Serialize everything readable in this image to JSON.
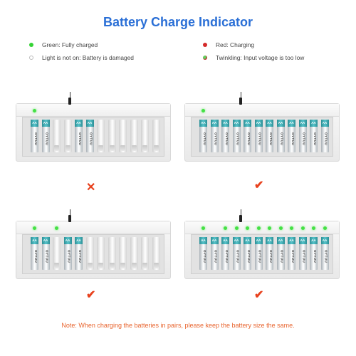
{
  "title": "Battery Charge Indicator",
  "legend": [
    {
      "icon": "green-dot",
      "text": "Green: Fully charged"
    },
    {
      "icon": "empty-dot",
      "text": "Light is not on: Battery is damaged"
    },
    {
      "icon": "red-dot",
      "text": "Red: Charging"
    },
    {
      "icon": "twinkling-dot",
      "text": "Twinkling: Input voltage is too low"
    }
  ],
  "battery_label": "AA",
  "battery_brand": "OYTUU",
  "panels": [
    {
      "result": "incorrect",
      "symbol": "✕"
    },
    {
      "result": "correct",
      "symbol": "✔"
    },
    {
      "result": "correct",
      "symbol": "✔"
    },
    {
      "result": "correct",
      "symbol": "✔"
    }
  ],
  "note": "Note: When charging the batteries in pairs, please keep the battery size the same.",
  "colors": {
    "title": "#2a6fd6",
    "note": "#e8642e",
    "mark": "#e8421e",
    "battery_band": "#3aa9b0",
    "led_green": "#45e045"
  }
}
